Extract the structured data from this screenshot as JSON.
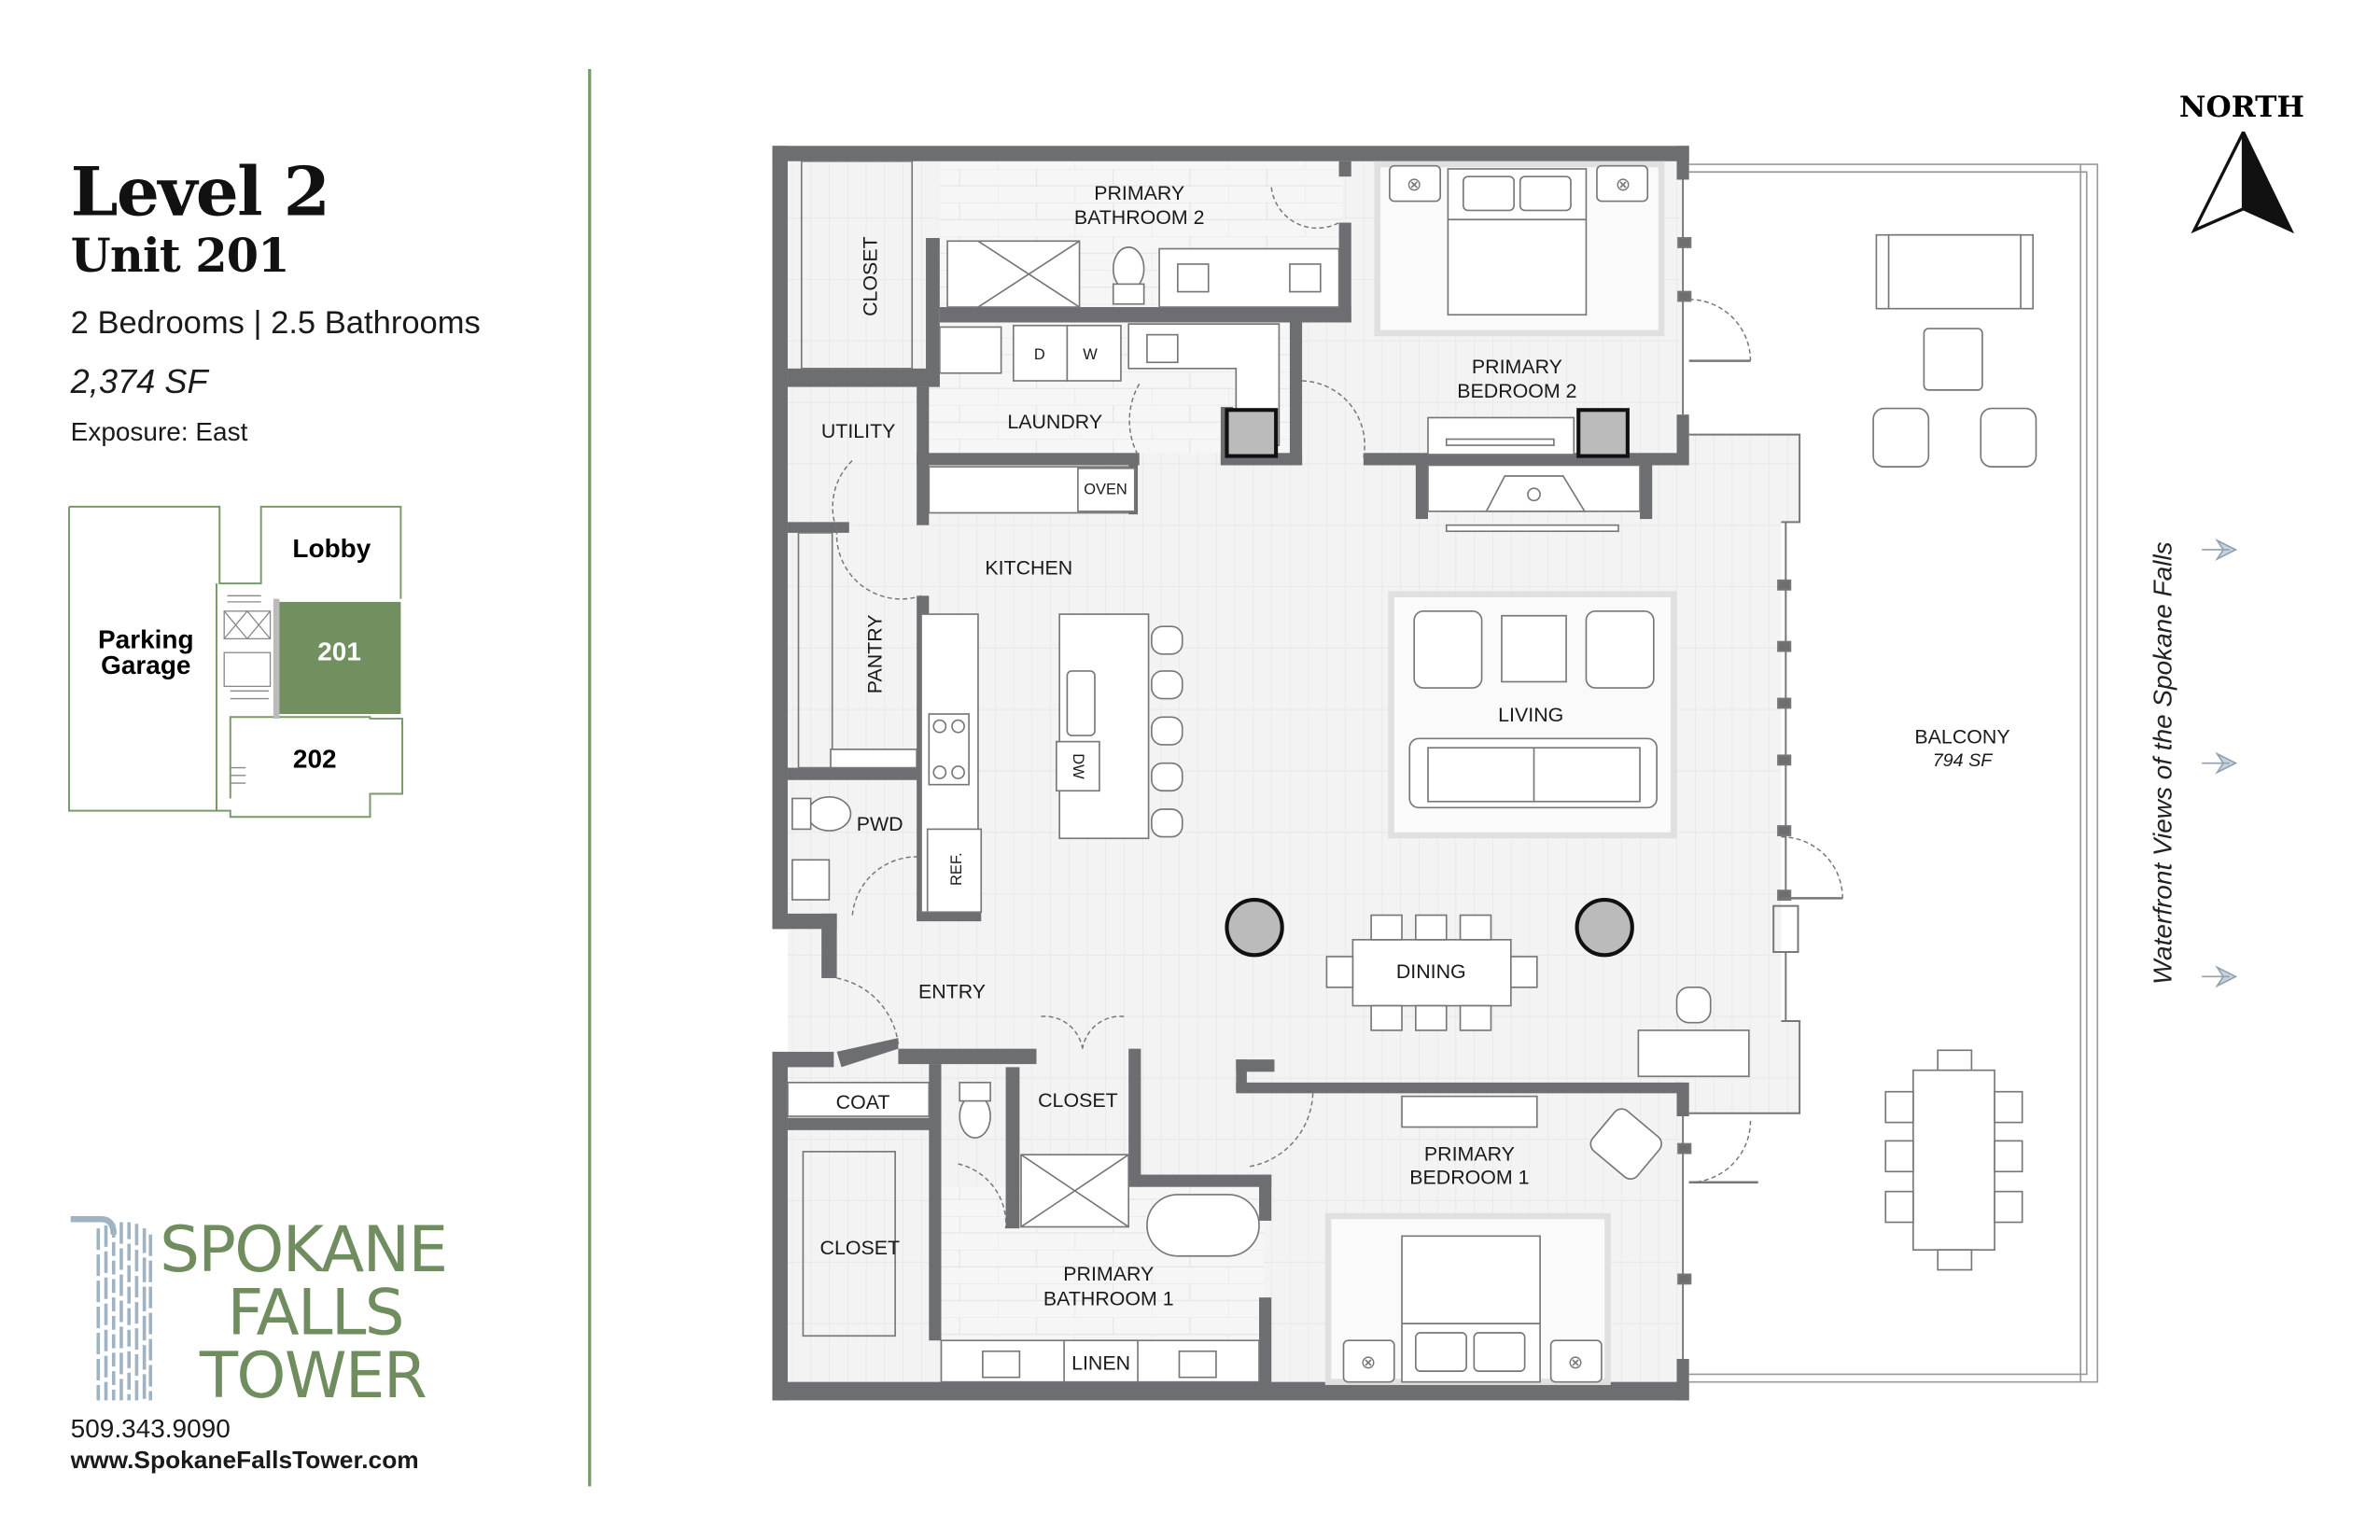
{
  "header": {
    "level": "Level 2",
    "unit": "Unit 201",
    "rooms": "2 Bedrooms | 2.5 Bathrooms",
    "area": "2,374 SF",
    "exposure": "Exposure: East"
  },
  "keyplan": {
    "parking_line1": "Parking",
    "parking_line2": "Garage",
    "lobby": "Lobby",
    "unit_201": "201",
    "unit_202": "202",
    "highlight_color": "#718f5f"
  },
  "brand": {
    "line1": "SPOKANE",
    "line2": "FALLS",
    "line3": "TOWER",
    "phone": "509.343.9090",
    "website": "www.SpokaneFallsTower.com",
    "color": "#708d5f"
  },
  "compass": {
    "label": "NORTH"
  },
  "views_caption": "Waterfront Views of the Spokane Falls",
  "rooms": {
    "bath2_l1": "PRIMARY",
    "bath2_l2": "BATHROOM 2",
    "closet_top": "CLOSET",
    "bed2_l1": "PRIMARY",
    "bed2_l2": "BEDROOM 2",
    "utility": "UTILITY",
    "laundry": "LAUNDRY",
    "dryer": "D",
    "washer": "W",
    "oven": "OVEN",
    "kitchen": "KITCHEN",
    "pantry": "PANTRY",
    "dw": "DW",
    "living": "LIVING",
    "pwd": "PWD",
    "ref": "REF.",
    "entry": "ENTRY",
    "dining": "DINING",
    "coat": "COAT",
    "closet_mid": "CLOSET",
    "closet_low": "CLOSET",
    "bath1_l1": "PRIMARY",
    "bath1_l2": "BATHROOM 1",
    "linen": "LINEN",
    "bed1_l1": "PRIMARY",
    "bed1_l2": "BEDROOM 1",
    "balcony": "BALCONY",
    "balcony_area": "794 SF"
  },
  "colors": {
    "wall": "#6d6e71",
    "floor": "#f1f1f1",
    "accent_line": "#7a9a6a"
  }
}
